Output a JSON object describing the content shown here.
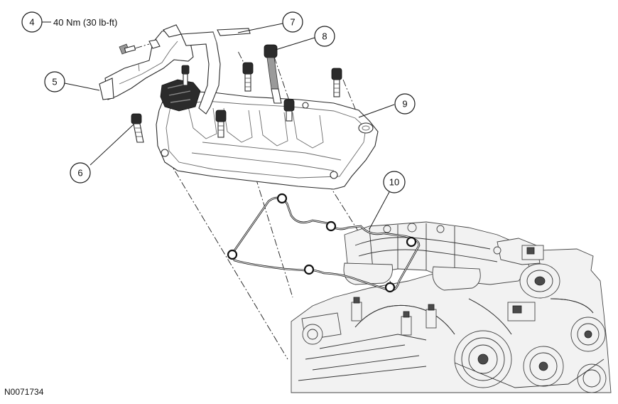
{
  "callouts": [
    {
      "number": "4"
    },
    {
      "number": "5"
    },
    {
      "number": "6"
    },
    {
      "number": "7"
    },
    {
      "number": "8"
    },
    {
      "number": "9"
    },
    {
      "number": "10"
    }
  ],
  "torque_spec": "40 Nm (30 lb-ft)",
  "figure_id": "N0071734"
}
